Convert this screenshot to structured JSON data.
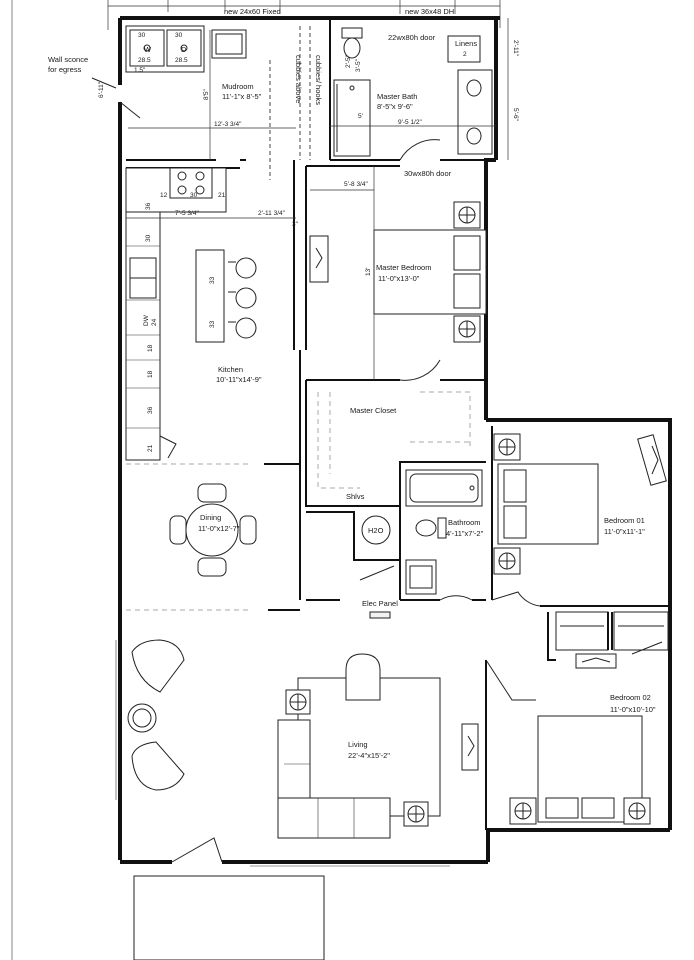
{
  "top_notes": {
    "window_fixed": "new 24x60 Fixed",
    "window_dh": "new 36x48 DH",
    "door_22": "22wx80h door",
    "door_30": "30wx80h door",
    "sconce_line1": "Wall sconce",
    "sconce_line2": "for egress",
    "sconce_dim": "6'-11\"",
    "cubbies": "cubbies/ hooks",
    "cubbies_above": "cubbies above"
  },
  "rooms": {
    "mudroom": {
      "name": "Mudroom",
      "size": "11'-1\"x 8'-5\""
    },
    "master_bath": {
      "name": "Master Bath",
      "size": "8'-5\"x 9'-6\""
    },
    "linens": {
      "name": "Linens",
      "num": "2"
    },
    "kitchen": {
      "name": "Kitchen",
      "size": "10'-11\"x14'-9\""
    },
    "master_bedroom": {
      "name": "Master Bedroom",
      "size": "11'-0\"x13'-0\""
    },
    "master_closet": {
      "name": "Master Closet"
    },
    "shlvs": {
      "name": "Shlvs"
    },
    "dining": {
      "name": "Dining",
      "size": "11'-0\"x12'-7\""
    },
    "h2o": {
      "name": "H2O"
    },
    "bathroom": {
      "name": "Bathroom",
      "size": "4'-11\"x7'-2\""
    },
    "elec_panel": {
      "name": "Elec Panel"
    },
    "bedroom01": {
      "name": "Bedroom 01",
      "size": "11'-0\"x11'-1\""
    },
    "bedroom02": {
      "name": "Bedroom 02",
      "size": "11'-0\"x10'-10\""
    },
    "living": {
      "name": "Living",
      "size": "22'-4\"x15'-2\""
    }
  },
  "laundry": {
    "washer": "W",
    "dryer": "D",
    "w_top": "30",
    "d_top": "30",
    "w_depth": "28.5",
    "d_depth": "28.5",
    "gap": "1.5\""
  },
  "kitchen_dims": {
    "c12": "12",
    "c30": "30",
    "c21": "21",
    "c36a": "36",
    "c30b": "30",
    "dw": "DW",
    "dw24": "24",
    "c18a": "18",
    "c18b": "18",
    "c36b": "36",
    "c21b": "21",
    "island_a": "33",
    "island_b": "33"
  },
  "dims": {
    "mud_h": "8'5\"",
    "mud_w": "12'-3 3/4\"",
    "mbath_w": "9'-5 1/2\"",
    "kitch_w": "7'-5 3/4\"",
    "kitch_gap": "2'-11 3/4\"",
    "kitch_3": "3\"",
    "mbr_w": "5'-8 3/4\"",
    "mbr_h": "13'",
    "right_a": "2'-11\"",
    "right_b": "5'-6\"",
    "shower_5": "5'",
    "toilet_c": "2'-5\"",
    "toilet_d": "3'-5\""
  }
}
